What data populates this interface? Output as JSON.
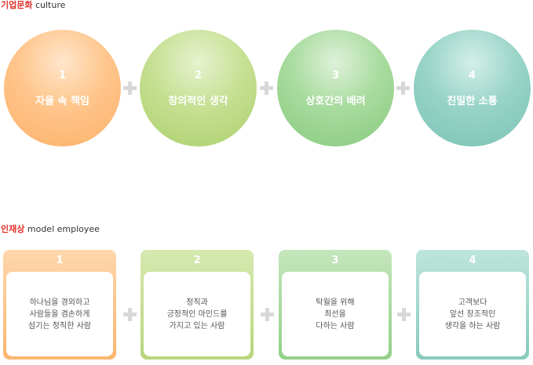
{
  "culture": {
    "title_ko": "기업문화",
    "title_en": "culture",
    "items": [
      {
        "num": "1",
        "label": "자율 속 책임"
      },
      {
        "num": "2",
        "label": "창의적인 생각"
      },
      {
        "num": "3",
        "label": "상호간의 배려"
      },
      {
        "num": "4",
        "label": "친밀한 소통"
      }
    ]
  },
  "employee": {
    "title_ko": "인재상",
    "title_en": "model employee",
    "items": [
      {
        "num": "1",
        "lines": [
          "하나님을 경외하고",
          "사람들을 겸손하게",
          "섬기는 정직한 사람"
        ]
      },
      {
        "num": "2",
        "lines": [
          "정직과",
          "긍정적인 마인드를",
          "가지고 있는 사람"
        ]
      },
      {
        "num": "3",
        "lines": [
          "탁월을 위해",
          "최선을",
          "다하는 사람"
        ]
      },
      {
        "num": "4",
        "lines": [
          "고객보다",
          "앞선 창조적인",
          "생각을 하는 사람"
        ]
      }
    ]
  },
  "colors": {
    "title_accent": "#e4322b",
    "orange": "#fbb169",
    "lime": "#acd06c",
    "green": "#88cb7e",
    "teal": "#7ac3b3",
    "plus": "#d8d8d8"
  },
  "icons": [
    "plus-icon"
  ]
}
